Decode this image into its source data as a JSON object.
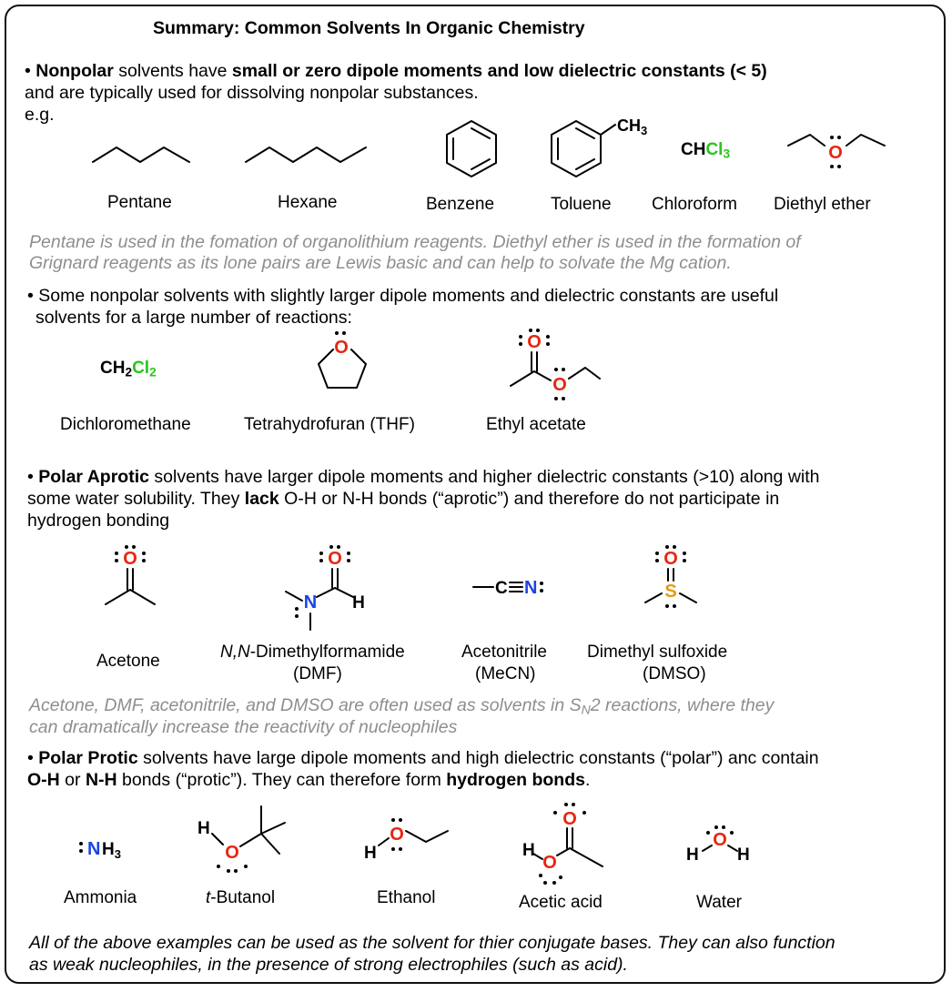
{
  "title": "Summary: Common Solvents In Organic Chemistry",
  "nonpolar": {
    "bullet": "•",
    "line1": [
      {
        "text": "Nonpolar",
        "bold": true
      },
      {
        "text": " solvents have ",
        "bold": false
      },
      {
        "text": "small or zero dipole moments and low dielectric constants (< 5)",
        "bold": true
      }
    ],
    "line2": "and are typically used for dissolving nonpolar substances.",
    "eg": "e.g.",
    "molecules": [
      {
        "name": "Pentane"
      },
      {
        "name": "Hexane"
      },
      {
        "name": "Benzene"
      },
      {
        "name": "Toluene",
        "label": "CH3"
      },
      {
        "name": "Chloroform",
        "label": "CHCl3"
      },
      {
        "name": "Diethyl ether",
        "atom": "O"
      }
    ],
    "note1": "Pentane is used in the fomation of organolithium reagents. Diethyl ether is used in the formation of",
    "note2": "Grignard reagents as its lone pairs are Lewis basic and can help to solvate the Mg cation."
  },
  "moderate": {
    "line1": "Some nonpolar solvents with slightly larger dipole moments and dielectric constants are useful",
    "line2": "solvents for a large number of reactions:",
    "molecules": [
      {
        "name": "Dichloromethane",
        "label": "CH2Cl2"
      },
      {
        "name": "Tetrahydrofuran (THF)",
        "atom": "O"
      },
      {
        "name": "Ethyl acetate",
        "atom": "O"
      }
    ]
  },
  "aprotic": {
    "line1": [
      {
        "text": "Polar Aprotic",
        "bold": true
      },
      {
        "text": " solvents have larger dipole moments and higher dielectric constants  (>10) along with",
        "bold": false
      }
    ],
    "line2": [
      {
        "text": "some water solubility. They ",
        "bold": false
      },
      {
        "text": "lack",
        "bold": true
      },
      {
        "text": " O-H or N-H bonds (“aprotic”) and therefore do not participate in",
        "bold": false
      }
    ],
    "line3": "hydrogen bonding",
    "molecules": [
      {
        "name": "Acetone",
        "atom": "O"
      },
      {
        "name_prefix": "N,N",
        "name": "-Dimethylformamide",
        "name2": "(DMF)",
        "atoms": [
          "O",
          "N",
          "H"
        ]
      },
      {
        "name": "Acetonitrile",
        "name2": "(MeCN)",
        "label": "C≡N:"
      },
      {
        "name": "Dimethyl sulfoxide",
        "name2": "(DMSO)",
        "atoms": [
          "O",
          "S"
        ]
      }
    ],
    "note1": "Acetone, DMF, acetonitrile, and DMSO are often used as solvents in S",
    "note1_sub": "N",
    "note1_end": "2 reactions, where they",
    "note2": "can dramatically increase the reactivity of nucleophiles"
  },
  "protic": {
    "line1": [
      {
        "text": "Polar Protic",
        "bold": true
      },
      {
        "text": " solvents have large dipole moments and high dielectric constants (“polar”) anc contain",
        "bold": false
      }
    ],
    "line2": [
      {
        "text": "O-H",
        "bold": true
      },
      {
        "text": " or ",
        "bold": false
      },
      {
        "text": "N-H",
        "bold": true
      },
      {
        "text": " bonds (“protic”).  They can therefore form ",
        "bold": false
      },
      {
        "text": "hydrogen bonds",
        "bold": true
      },
      {
        "text": ".",
        "bold": false
      }
    ],
    "molecules": [
      {
        "name": "Ammonia",
        "label": "NH3"
      },
      {
        "name_prefix": "t",
        "name": "-Butanol"
      },
      {
        "name": "Ethanol"
      },
      {
        "name": "Acetic acid"
      },
      {
        "name": "Water"
      }
    ]
  },
  "footer1": "All of the above examples can be used as the solvent for thier conjugate bases. They can also function",
  "footer2": "as weak nucleophiles, in the presence of strong electrophiles (such as acid).",
  "colors": {
    "oxygen": "#e8250f",
    "nitrogen": "#1a45e0",
    "chlorine": "#2ac41e",
    "sulfur": "#e39a12",
    "note": "#8e8e8e"
  }
}
